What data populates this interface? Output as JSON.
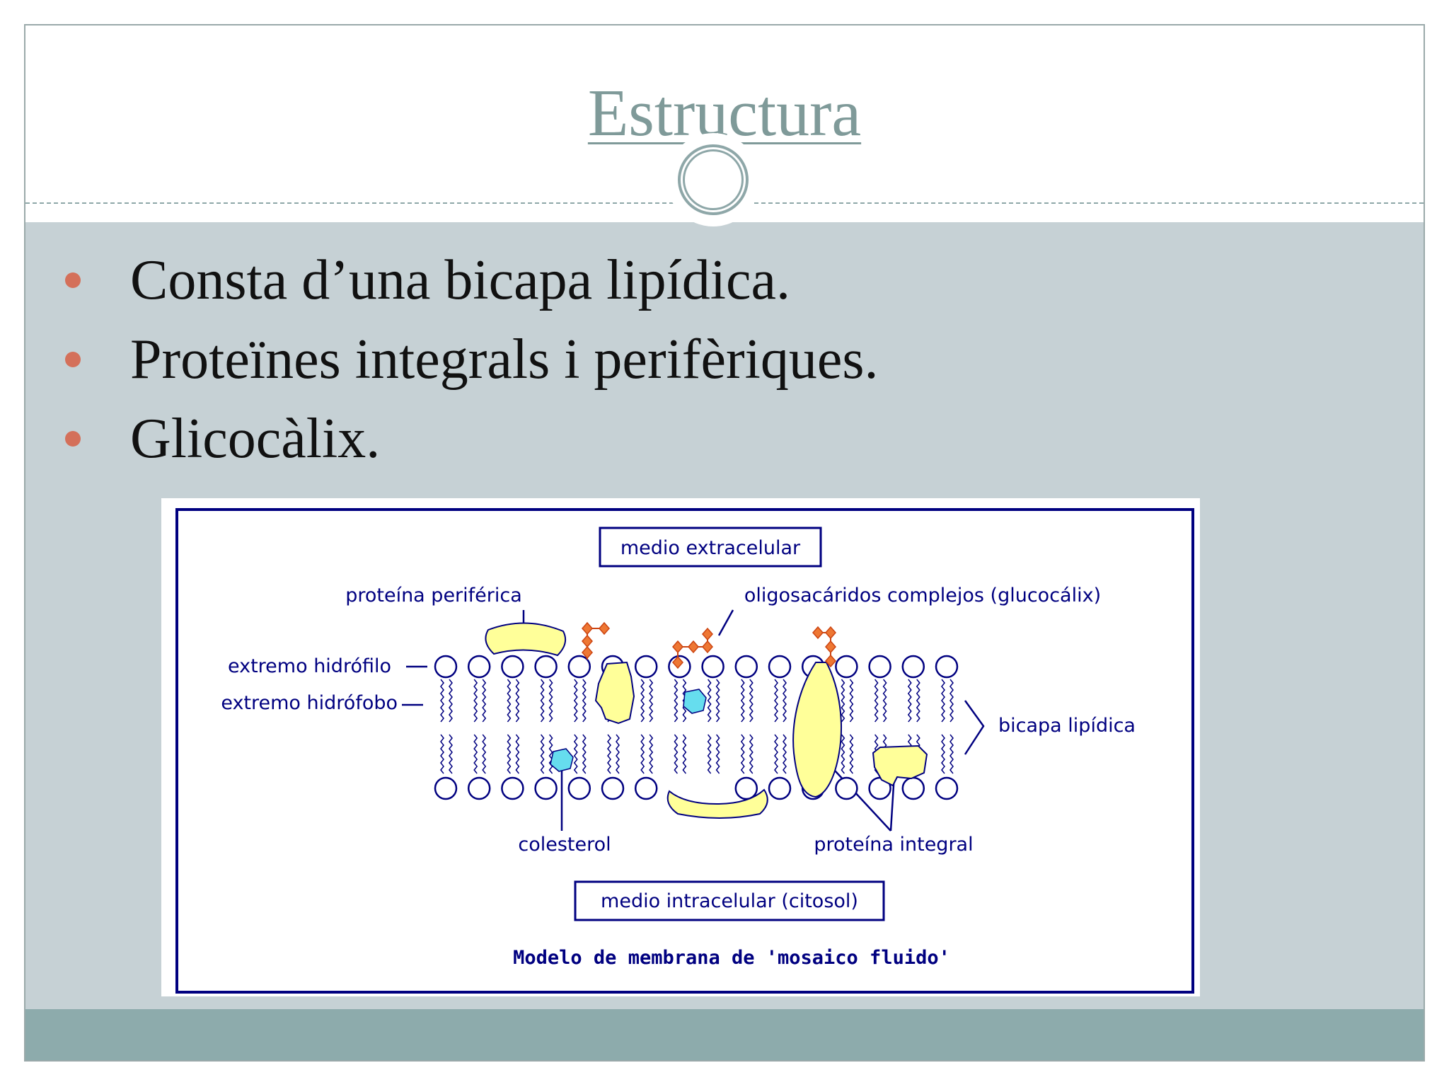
{
  "slide": {
    "title": "Estructura",
    "bullets": [
      "Consta d’una bicapa lipídica.",
      "Proteïnes integrals i perifèriques.",
      "Glicocàlix."
    ]
  },
  "diagram": {
    "labels": {
      "extracellular": "medio extracelular",
      "intracellular": "medio intracelular (citosol)",
      "peripheral_protein": "proteína periférica",
      "oligosaccharides": "oligosacáridos complejos (glucocálix)",
      "hydrophilic_end": "extremo hidrófilo",
      "hydrophobic_end": "extremo hidrófobo",
      "lipid_bilayer": "bicapa lipídica",
      "cholesterol": "colesterol",
      "integral_protein": "proteína integral"
    },
    "caption": "Modelo de membrana de 'mosaico fluido'"
  },
  "colors": {
    "title": "#7f9a99",
    "content_bg": "#c6d1d5",
    "footer_bg": "#8dabac",
    "bullet": "#d4705a",
    "diagram_ink": "#000080",
    "protein": "#ffff99",
    "cholesterol": "#66ddee",
    "sugar": "#ee7733"
  }
}
